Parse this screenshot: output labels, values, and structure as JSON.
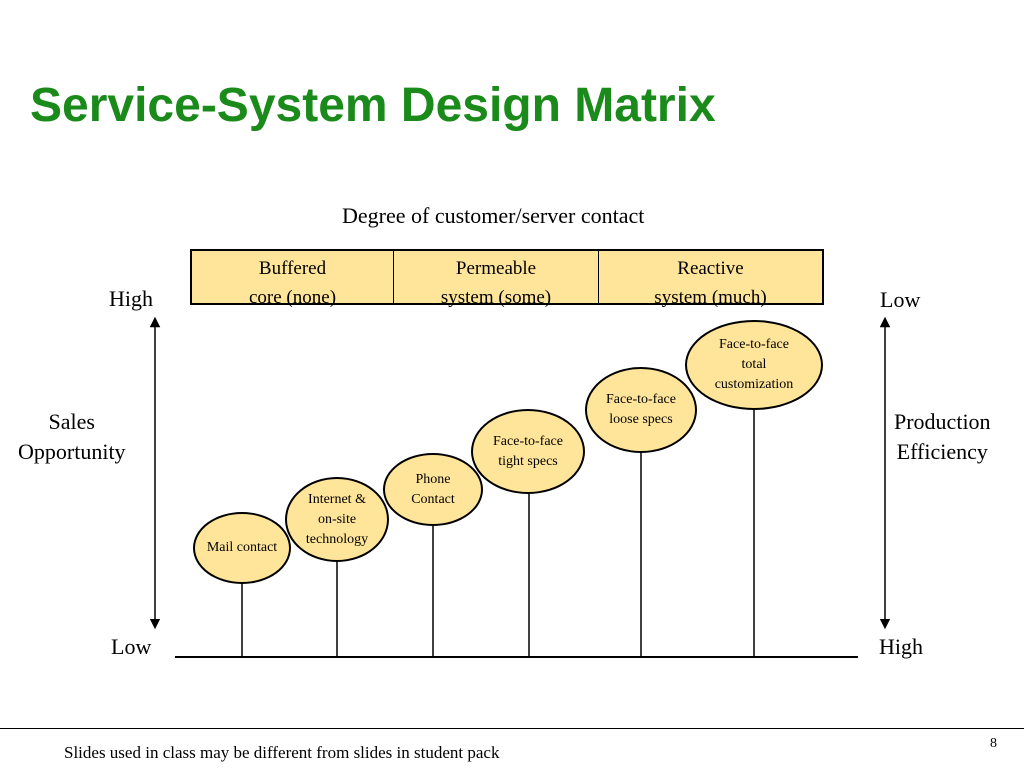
{
  "title": "Service-System Design Matrix",
  "caption": "Degree of customer/server contact",
  "header": [
    {
      "line1": "Buffered",
      "line2": "core (none)"
    },
    {
      "line1": "Permeable",
      "line2": "system (some)"
    },
    {
      "line1": "Reactive",
      "line2": "system (much)"
    }
  ],
  "left_axis": {
    "top": "High",
    "bottom": "Low",
    "label_line1": "Sales",
    "label_line2": "Opportunity"
  },
  "right_axis": {
    "top": "Low",
    "bottom": "High",
    "label_line1": "Production",
    "label_line2": "Efficiency"
  },
  "bubbles": [
    {
      "text": "Mail contact"
    },
    {
      "text": "Internet &\non-site\ntechnology"
    },
    {
      "text": "Phone\nContact"
    },
    {
      "text": "Face-to-face\ntight specs"
    },
    {
      "text": "Face-to-face\nloose specs"
    },
    {
      "text": "Face-to-face\ntotal\ncustomization"
    }
  ],
  "footer": "Slides used in class may be different from slides in student pack",
  "page_number": "8",
  "colors": {
    "title": "#1a8a1a",
    "fill": "#ffe599",
    "line": "#000000"
  }
}
